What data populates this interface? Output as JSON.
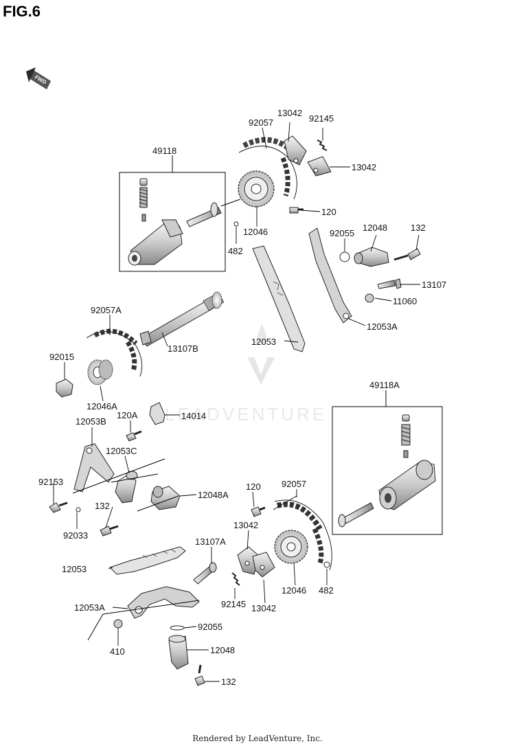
{
  "figure_title": "FIG.6",
  "direction_tag": "FWD",
  "footer": "Rendered by LeadVenture, Inc.",
  "watermark": "LEADVENTURE",
  "labels": {
    "p49118": "49118",
    "p92057_top": "92057",
    "p13042_a": "13042",
    "p92145_top": "92145",
    "p13042_b": "13042",
    "p120_top": "120",
    "p12046_top": "12046",
    "p482_top": "482",
    "p92055_top": "92055",
    "p12048_top": "12048",
    "p132_top": "132",
    "p13107": "13107",
    "p11060": "11060",
    "p12053A_top": "12053A",
    "p12053_top": "12053",
    "p92057A": "92057A",
    "p13107B": "13107B",
    "p92015": "92015",
    "p12046A": "12046A",
    "p120A": "120A",
    "p14014": "14014",
    "p12053B": "12053B",
    "p12053C": "12053C",
    "p92153": "92153",
    "p12048A": "12048A",
    "p132_mid": "132",
    "p92033": "92033",
    "p49118A": "49118A",
    "p120_bot": "120",
    "p92057_bot": "92057",
    "p13042_c": "13042",
    "p13107A": "13107A",
    "p12053_bot": "12053",
    "p92145_bot": "92145",
    "p13042_d": "13042",
    "p12046_bot": "12046",
    "p482_bot": "482",
    "p12053A_bot": "12053A",
    "p92055_bot": "92055",
    "p410": "410",
    "p12048_bot": "12048",
    "p132_bot": "132"
  }
}
